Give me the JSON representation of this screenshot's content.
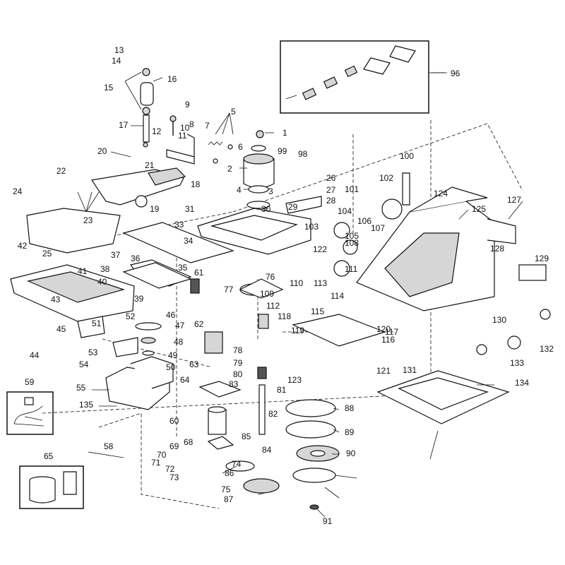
{
  "labels": [
    "1",
    "2",
    "3",
    "4",
    "5",
    "6",
    "7",
    "8",
    "9",
    "10",
    "11",
    "12",
    "13",
    "14",
    "15",
    "16",
    "17",
    "18",
    "19",
    "20",
    "21",
    "22",
    "23",
    "24",
    "25",
    "26",
    "27",
    "28",
    "29",
    "30",
    "31",
    "33",
    "34",
    "35",
    "36",
    "37",
    "38",
    "39",
    "40",
    "41",
    "42",
    "43",
    "44",
    "45",
    "46",
    "47",
    "48",
    "49",
    "50",
    "51",
    "52",
    "53",
    "54",
    "55",
    "58",
    "59",
    "60",
    "61",
    "62",
    "63",
    "64",
    "65",
    "68",
    "69",
    "70",
    "71",
    "72",
    "73",
    "74",
    "75",
    "76",
    "77",
    "78",
    "79",
    "80",
    "81",
    "82",
    "83",
    "84",
    "85",
    "86",
    "87",
    "88",
    "89",
    "90",
    "91",
    "96",
    "98",
    "99",
    "100",
    "101",
    "102",
    "103",
    "104",
    "105",
    "106",
    "107",
    "108",
    "109",
    "110",
    "111",
    "112",
    "113",
    "114",
    "115",
    "116",
    "117",
    "118",
    "119",
    "120",
    "121",
    "122",
    "123",
    "124",
    "125",
    "127",
    "128",
    "129",
    "130",
    "131",
    "132",
    "133",
    "134",
    "135"
  ]
}
